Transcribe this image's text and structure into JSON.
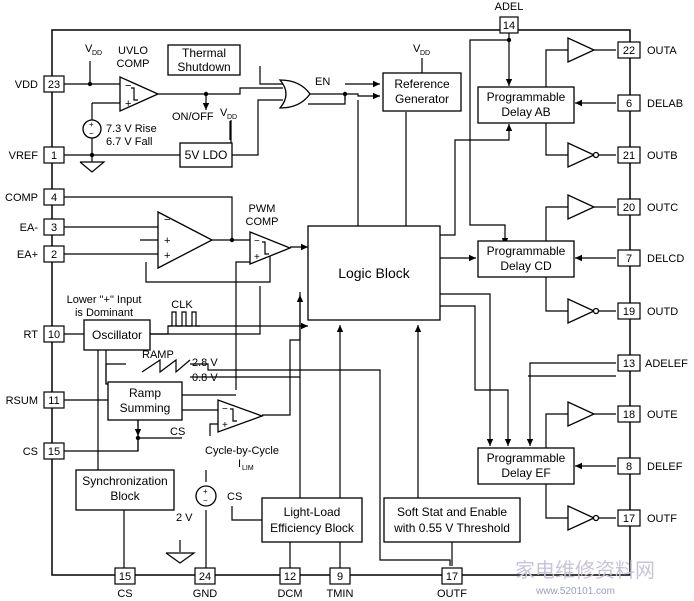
{
  "pins": {
    "adel": {
      "name": "ADEL",
      "num": "14"
    },
    "outa": {
      "name": "OUTA",
      "num": "22"
    },
    "delab": {
      "name": "DELAB",
      "num": "6"
    },
    "outb": {
      "name": "OUTB",
      "num": "21"
    },
    "outc": {
      "name": "OUTC",
      "num": "20"
    },
    "delcd": {
      "name": "DELCD",
      "num": "7"
    },
    "outd": {
      "name": "OUTD",
      "num": "19"
    },
    "adelef": {
      "name": "ADELEF",
      "num": "13"
    },
    "oute": {
      "name": "OUTE",
      "num": "18"
    },
    "delef": {
      "name": "DELEF",
      "num": "8"
    },
    "outf": {
      "name": "OUTF",
      "num": "17"
    },
    "vdd": {
      "name": "VDD",
      "num": "23"
    },
    "vref": {
      "name": "VREF",
      "num": "1"
    },
    "comp": {
      "name": "COMP",
      "num": "4"
    },
    "ea_minus": {
      "name": "EA-",
      "num": "3"
    },
    "ea_plus": {
      "name": "EA+",
      "num": "2"
    },
    "rt": {
      "name": "RT",
      "num": "10"
    },
    "rsum": {
      "name": "RSUM",
      "num": "11"
    },
    "cs": {
      "name": "CS",
      "num": "15"
    },
    "b_cs": {
      "name": "CS",
      "num": "15"
    },
    "b_gnd": {
      "name": "GND",
      "num": "24"
    },
    "b_dcm": {
      "name": "DCM",
      "num": "12"
    },
    "b_tmin": {
      "name": "TMIN",
      "num": "9"
    },
    "b_outf": {
      "name": "OUTF",
      "num": "17"
    }
  },
  "blocks": {
    "thermal": [
      "Thermal",
      "Shutdown"
    ],
    "refgen": [
      "Reference",
      "Generator"
    ],
    "ldo": "5V LDO",
    "logic": "Logic Block",
    "delay_ab": [
      "Programmable",
      "Delay AB"
    ],
    "delay_cd": [
      "Programmable",
      "Delay CD"
    ],
    "delay_ef": [
      "Programmable",
      "Delay EF"
    ],
    "oscillator": "Oscillator",
    "ramp_sum": [
      "Ramp",
      "Summing"
    ],
    "sync": [
      "Synchronization",
      "Block"
    ],
    "light_load": [
      "Light-Load",
      "Efficiency Block"
    ],
    "soft_start": [
      "Soft Stat and Enable",
      "with 0.55 V Threshold"
    ]
  },
  "labels": {
    "vdd_main": "V",
    "vdd_sub": "DD",
    "uvlo": [
      "UVLO",
      "COMP"
    ],
    "uvlo_thresh": [
      "7.3 V Rise",
      "6.7 V Fall"
    ],
    "en": "EN",
    "onoff": "ON/OFF",
    "pwm_comp": [
      "PWM",
      "COMP"
    ],
    "lower_input": [
      "Lower \"+\" Input",
      "is Dominant"
    ],
    "clk": "CLK",
    "ramp": "RAMP",
    "ramp_hi": "2.8 V",
    "ramp_lo": "0.8 V",
    "cs_small": "CS",
    "cbc": "Cycle-by-Cycle",
    "ilim_main": "I",
    "ilim_sub": "LIM",
    "v2": "2 V",
    "cs_ll": "CS"
  },
  "watermark": "家电维修资料网",
  "watermark_url": "www.520101.com"
}
